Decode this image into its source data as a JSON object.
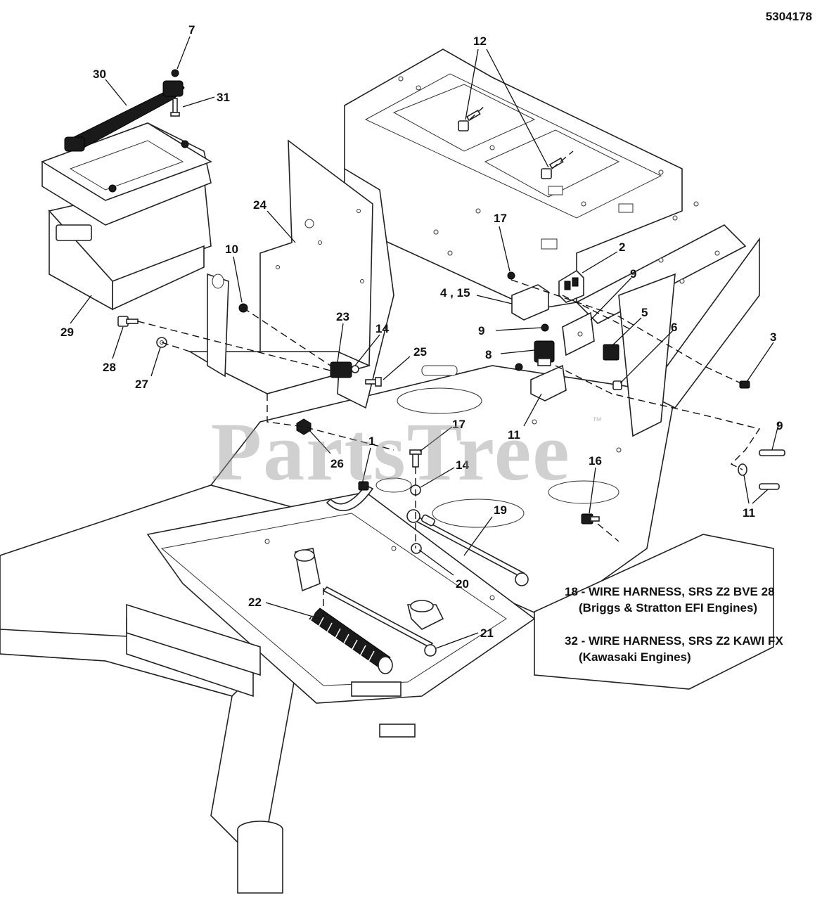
{
  "diagram": {
    "document_number": "5304178",
    "watermark": "PartsTree",
    "watermark_tm": "™",
    "callouts": [
      {
        "id": "c7",
        "label": "7"
      },
      {
        "id": "c30",
        "label": "30"
      },
      {
        "id": "c31",
        "label": "31"
      },
      {
        "id": "c29",
        "label": "29"
      },
      {
        "id": "c28",
        "label": "28"
      },
      {
        "id": "c27",
        "label": "27"
      },
      {
        "id": "c24",
        "label": "24"
      },
      {
        "id": "c10",
        "label": "10"
      },
      {
        "id": "c23",
        "label": "23"
      },
      {
        "id": "c14a",
        "label": "14"
      },
      {
        "id": "c25",
        "label": "25"
      },
      {
        "id": "c26",
        "label": "26"
      },
      {
        "id": "c1",
        "label": "1"
      },
      {
        "id": "c17a",
        "label": "17"
      },
      {
        "id": "c14b",
        "label": "14"
      },
      {
        "id": "c19",
        "label": "19"
      },
      {
        "id": "c20",
        "label": "20"
      },
      {
        "id": "c22",
        "label": "22"
      },
      {
        "id": "c21",
        "label": "21"
      },
      {
        "id": "c12",
        "label": "12"
      },
      {
        "id": "c17b",
        "label": "17"
      },
      {
        "id": "c2",
        "label": "2"
      },
      {
        "id": "c415",
        "label": "4 , 15"
      },
      {
        "id": "c9a",
        "label": "9"
      },
      {
        "id": "c9b",
        "label": "9"
      },
      {
        "id": "c8",
        "label": "8"
      },
      {
        "id": "c5",
        "label": "5"
      },
      {
        "id": "c6",
        "label": "6"
      },
      {
        "id": "c3",
        "label": "3"
      },
      {
        "id": "c11a",
        "label": "11"
      },
      {
        "id": "c9c",
        "label": "9"
      },
      {
        "id": "c16",
        "label": "16"
      },
      {
        "id": "c11b",
        "label": "11"
      }
    ],
    "notes": [
      {
        "line1": "18 - WIRE HARNESS, SRS Z2 BVE 28",
        "line2": "(Briggs & Stratton EFI Engines)"
      },
      {
        "line1": "32 - WIRE HARNESS, SRS Z2 KAWI FX",
        "line2": "(Kawasaki Engines)"
      }
    ]
  }
}
